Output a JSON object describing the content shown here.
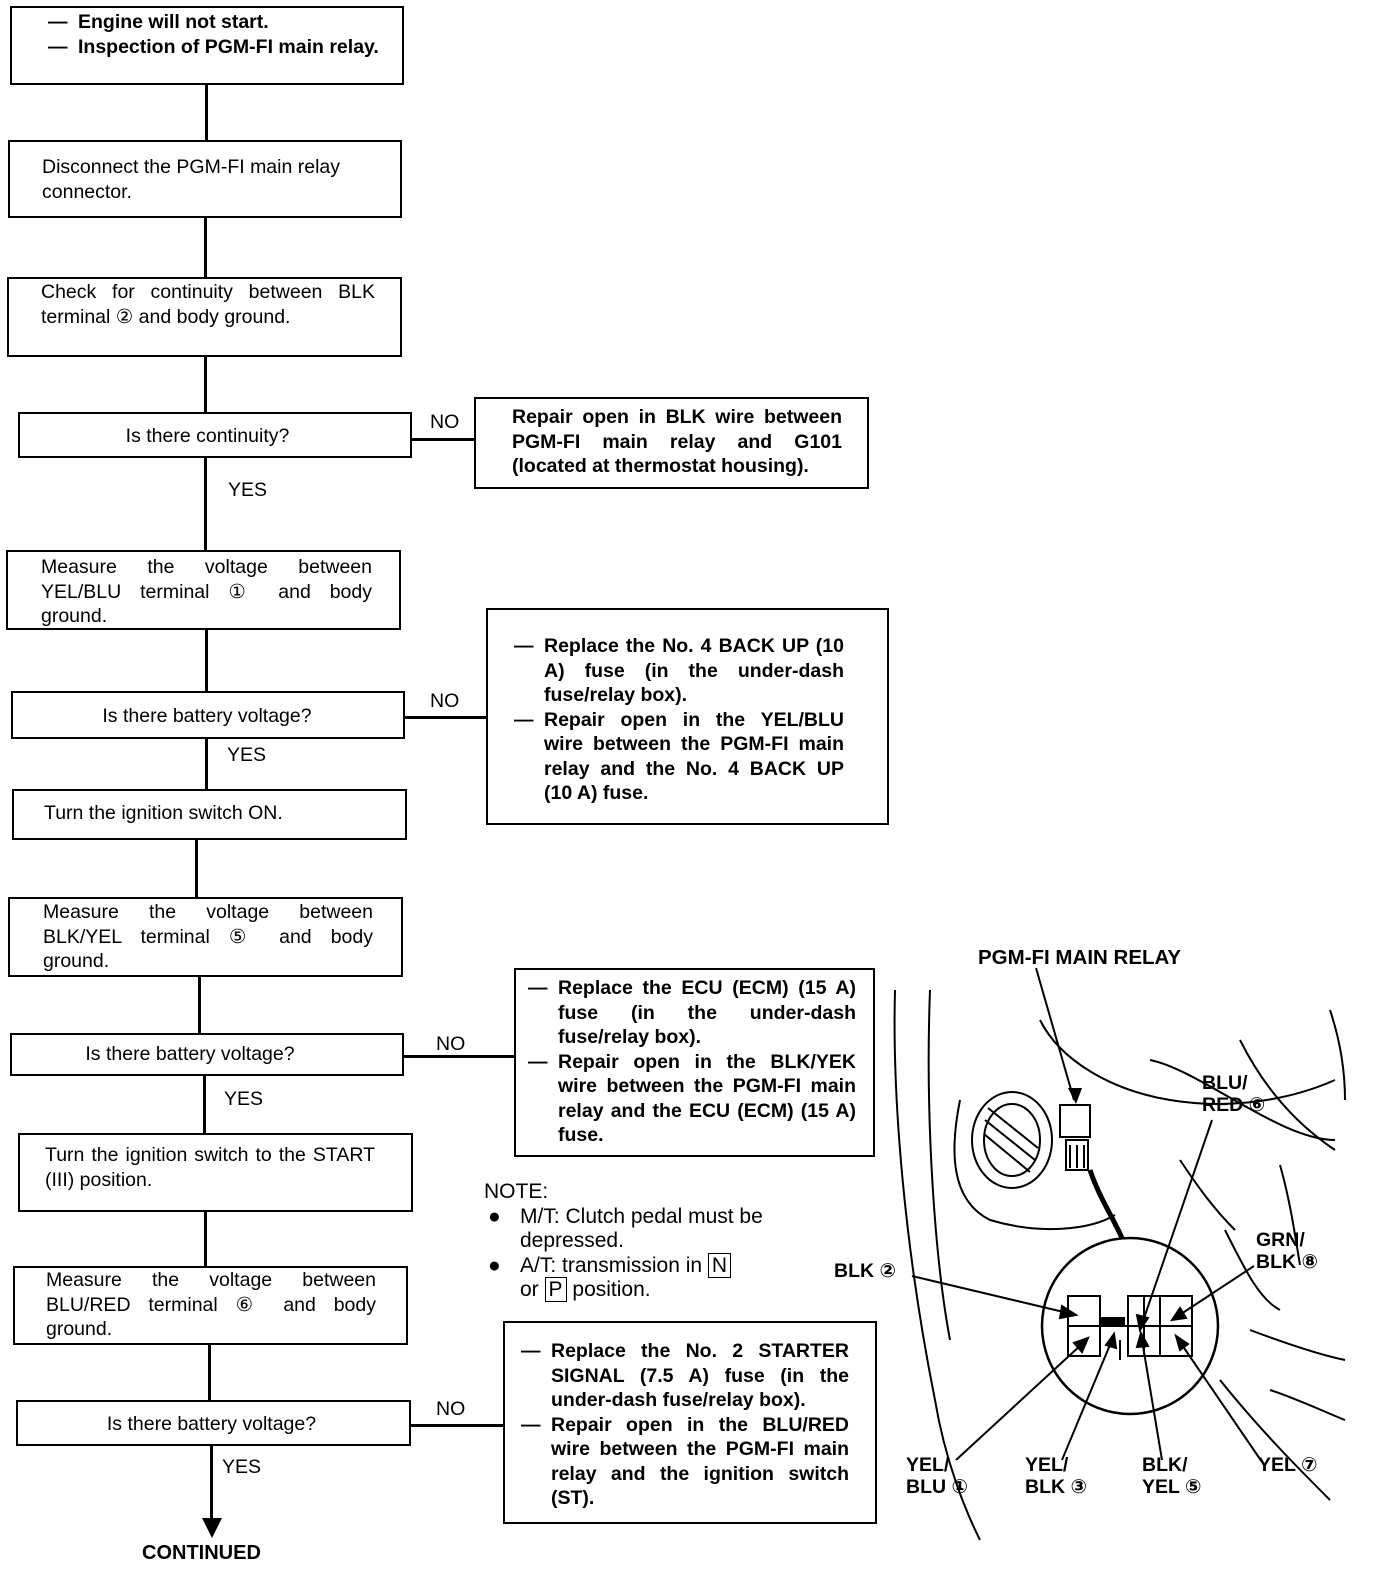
{
  "flow": {
    "start_box": {
      "lines": [
        "Engine will not start.",
        "Inspection of PGM-FI main relay."
      ]
    },
    "step1": "Disconnect the PGM-FI main relay connector.",
    "step2": "Check for continuity between BLK terminal ② and body ground.",
    "q1": "Is there continuity?",
    "q1_no_label": "NO",
    "q1_yes_label": "YES",
    "q1_no_action": "Repair open in BLK wire between PGM-FI main relay and G101 (located at thermostat housing).",
    "step3": "Measure the voltage between YEL/BLU terminal ① and body ground.",
    "q2": "Is there battery voltage?",
    "q2_no_label": "NO",
    "q2_yes_label": "YES",
    "q2_no_action": [
      "Replace the No. 4 BACK UP (10 A) fuse (in the under-dash fuse/relay box).",
      "Repair open in the YEL/BLU wire between the PGM-FI main relay and the No. 4 BACK UP (10 A) fuse."
    ],
    "step4": "Turn the ignition switch ON.",
    "step5": "Measure the voltage between BLK/YEL terminal ⑤ and body ground.",
    "q3": "Is there battery voltage?",
    "q3_no_label": "NO",
    "q3_yes_label": "YES",
    "q3_no_action": [
      "Replace the ECU (ECM) (15 A) fuse (in the under-dash fuse/relay box).",
      "Repair open in the BLK/YEK wire between the PGM-FI main relay and the ECU (ECM) (15 A) fuse."
    ],
    "step6": "Turn the ignition switch to the START (III) position.",
    "step7": "Measure the voltage between BLU/RED terminal ⑥ and body ground.",
    "q4": "Is there battery voltage?",
    "q4_no_label": "NO",
    "q4_yes_label": "YES",
    "q4_no_action": [
      "Replace the No. 2 STARTER SIGNAL (7.5 A) fuse (in the under-dash fuse/relay box).",
      "Repair open in the BLU/RED wire between the PGM-FI main relay and the ignition switch (ST)."
    ],
    "continued": "CONTINUED"
  },
  "note": {
    "heading": "NOTE:",
    "item1": "M/T: Clutch pedal must be depressed.",
    "item2_pre": "A/T: transmission in",
    "item2_key1": "N",
    "item2_mid": "or",
    "item2_key2": "P",
    "item2_post": "position."
  },
  "illustration": {
    "title": "PGM-FI MAIN RELAY",
    "blk2": "BLK ②",
    "blu_red_1": "BLU/",
    "blu_red_2": "RED ⑥",
    "grn_blk_1": "GRN/",
    "grn_blk_2": "BLK ⑧",
    "yel_blu_1": "YEL/",
    "yel_blu_2": "BLU ①",
    "yel_blk_1": "YEL/",
    "yel_blk_2": "BLK ③",
    "blk_yel_1": "BLK/",
    "blk_yel_2": "YEL ⑤",
    "yel7": "YEL ⑦"
  }
}
